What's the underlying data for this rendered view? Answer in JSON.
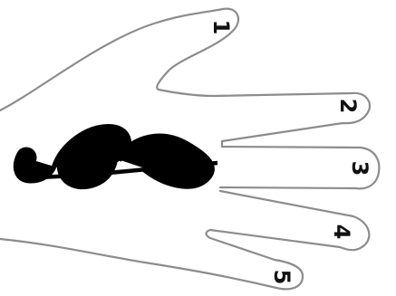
{
  "finger_labels": {
    "thumb": "1",
    "index": "2",
    "middle": "3",
    "ring": "4",
    "pinky": "5"
  },
  "colors": {
    "outline": "#8c8c8c",
    "numbers": "#111111",
    "clef": "#000000",
    "background": "#ffffff"
  },
  "icons": {
    "emblem": "treble-clef-icon"
  }
}
